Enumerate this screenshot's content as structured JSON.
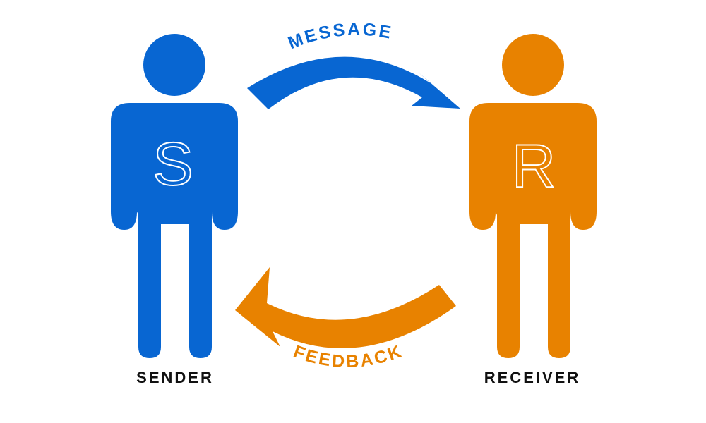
{
  "sender": {
    "initial": "S",
    "label": "SENDER",
    "color": "#0866D2"
  },
  "receiver": {
    "initial": "R",
    "label": "RECEIVER",
    "color": "#E88200"
  },
  "message_arrow": {
    "label": "MESSAGE",
    "color": "#0866D2"
  },
  "feedback_arrow": {
    "label": "FEEDBACK",
    "color": "#E88200"
  }
}
